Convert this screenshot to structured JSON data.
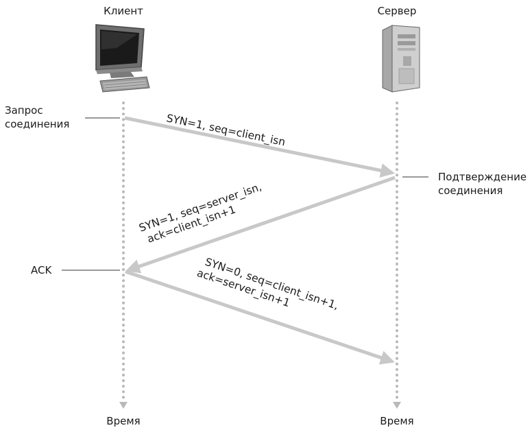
{
  "client": {
    "title": "Клиент",
    "time_label": "Время"
  },
  "server": {
    "title": "Сервер",
    "time_label": "Время"
  },
  "annotations": {
    "connection_request": [
      "Запрос",
      "соединения"
    ],
    "connection_confirm": [
      "Подтверждение",
      "соединения"
    ],
    "ack": "ACK"
  },
  "messages": [
    {
      "lines": [
        "SYN=1, seq=client_isn"
      ]
    },
    {
      "lines": [
        "SYN=1, seq=server_isn,",
        "ack=client_isn+1"
      ]
    },
    {
      "lines": [
        "SYN=0, seq=client_isn+1,",
        "ack=server_isn+1"
      ]
    }
  ],
  "colors": {
    "arrow": "#c8c8c8",
    "timeline": "#b9b9b9",
    "tick": "#333333"
  }
}
